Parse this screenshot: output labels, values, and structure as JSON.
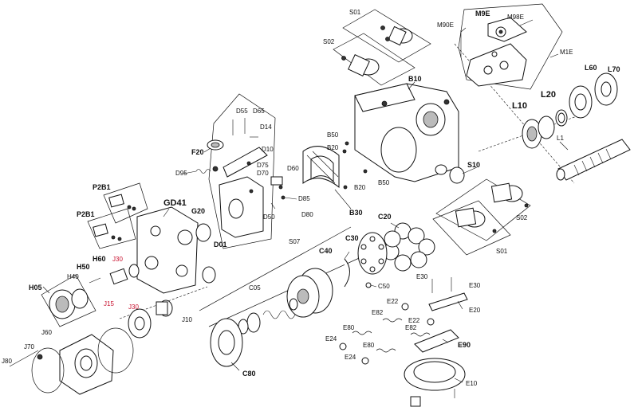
{
  "labels": {
    "S01_top": "S01",
    "S02_top": "S02",
    "M90E": "M90E",
    "M9E": "M9E",
    "M98E": "M98E",
    "M1E": "M1E",
    "L60": "L60",
    "L70": "L70",
    "B10": "B10",
    "L20": "L20",
    "L10": "L10",
    "L1": "L1",
    "D55": "D55",
    "D65": "D65",
    "D14": "D14",
    "D10": "D10",
    "F20": "F20",
    "D75": "D75",
    "D70": "D70",
    "D95": "D95",
    "D60": "D60",
    "D85": "D85",
    "D80": "D80",
    "D50": "D50",
    "D01": "D01",
    "B50_a": "B50",
    "B20_a": "B20",
    "B20_b": "B20",
    "B50_b": "B50",
    "B30": "B30",
    "S10": "S10",
    "S02_bot": "S02",
    "S01_bot": "S01",
    "P2B1_a": "P2B1",
    "GD41": "GD41",
    "P2B1_b": "P2B1",
    "G20": "G20",
    "C20": "C20",
    "S07": "S07",
    "C30": "C30",
    "H60": "H60",
    "J30_a": "J30",
    "H50": "H50",
    "H40": "H40",
    "C40": "C40",
    "H05": "H05",
    "C05": "C05",
    "C50": "C50",
    "E30_a": "E30",
    "E30_b": "E30",
    "J15": "J15",
    "J30_b": "J30",
    "J10": "J10",
    "E22_a": "E22",
    "E20": "E20",
    "E82_a": "E82",
    "E22_b": "E22",
    "E80_a": "E80",
    "E82_b": "E82",
    "J60": "J60",
    "J70": "J70",
    "E24_a": "E24",
    "E90": "E90",
    "E80_b": "E80",
    "E24_b": "E24",
    "J80": "J80",
    "C80": "C80",
    "E10": "E10"
  },
  "colors": {
    "ink": "#111111",
    "accent_red": "#c8102e"
  }
}
